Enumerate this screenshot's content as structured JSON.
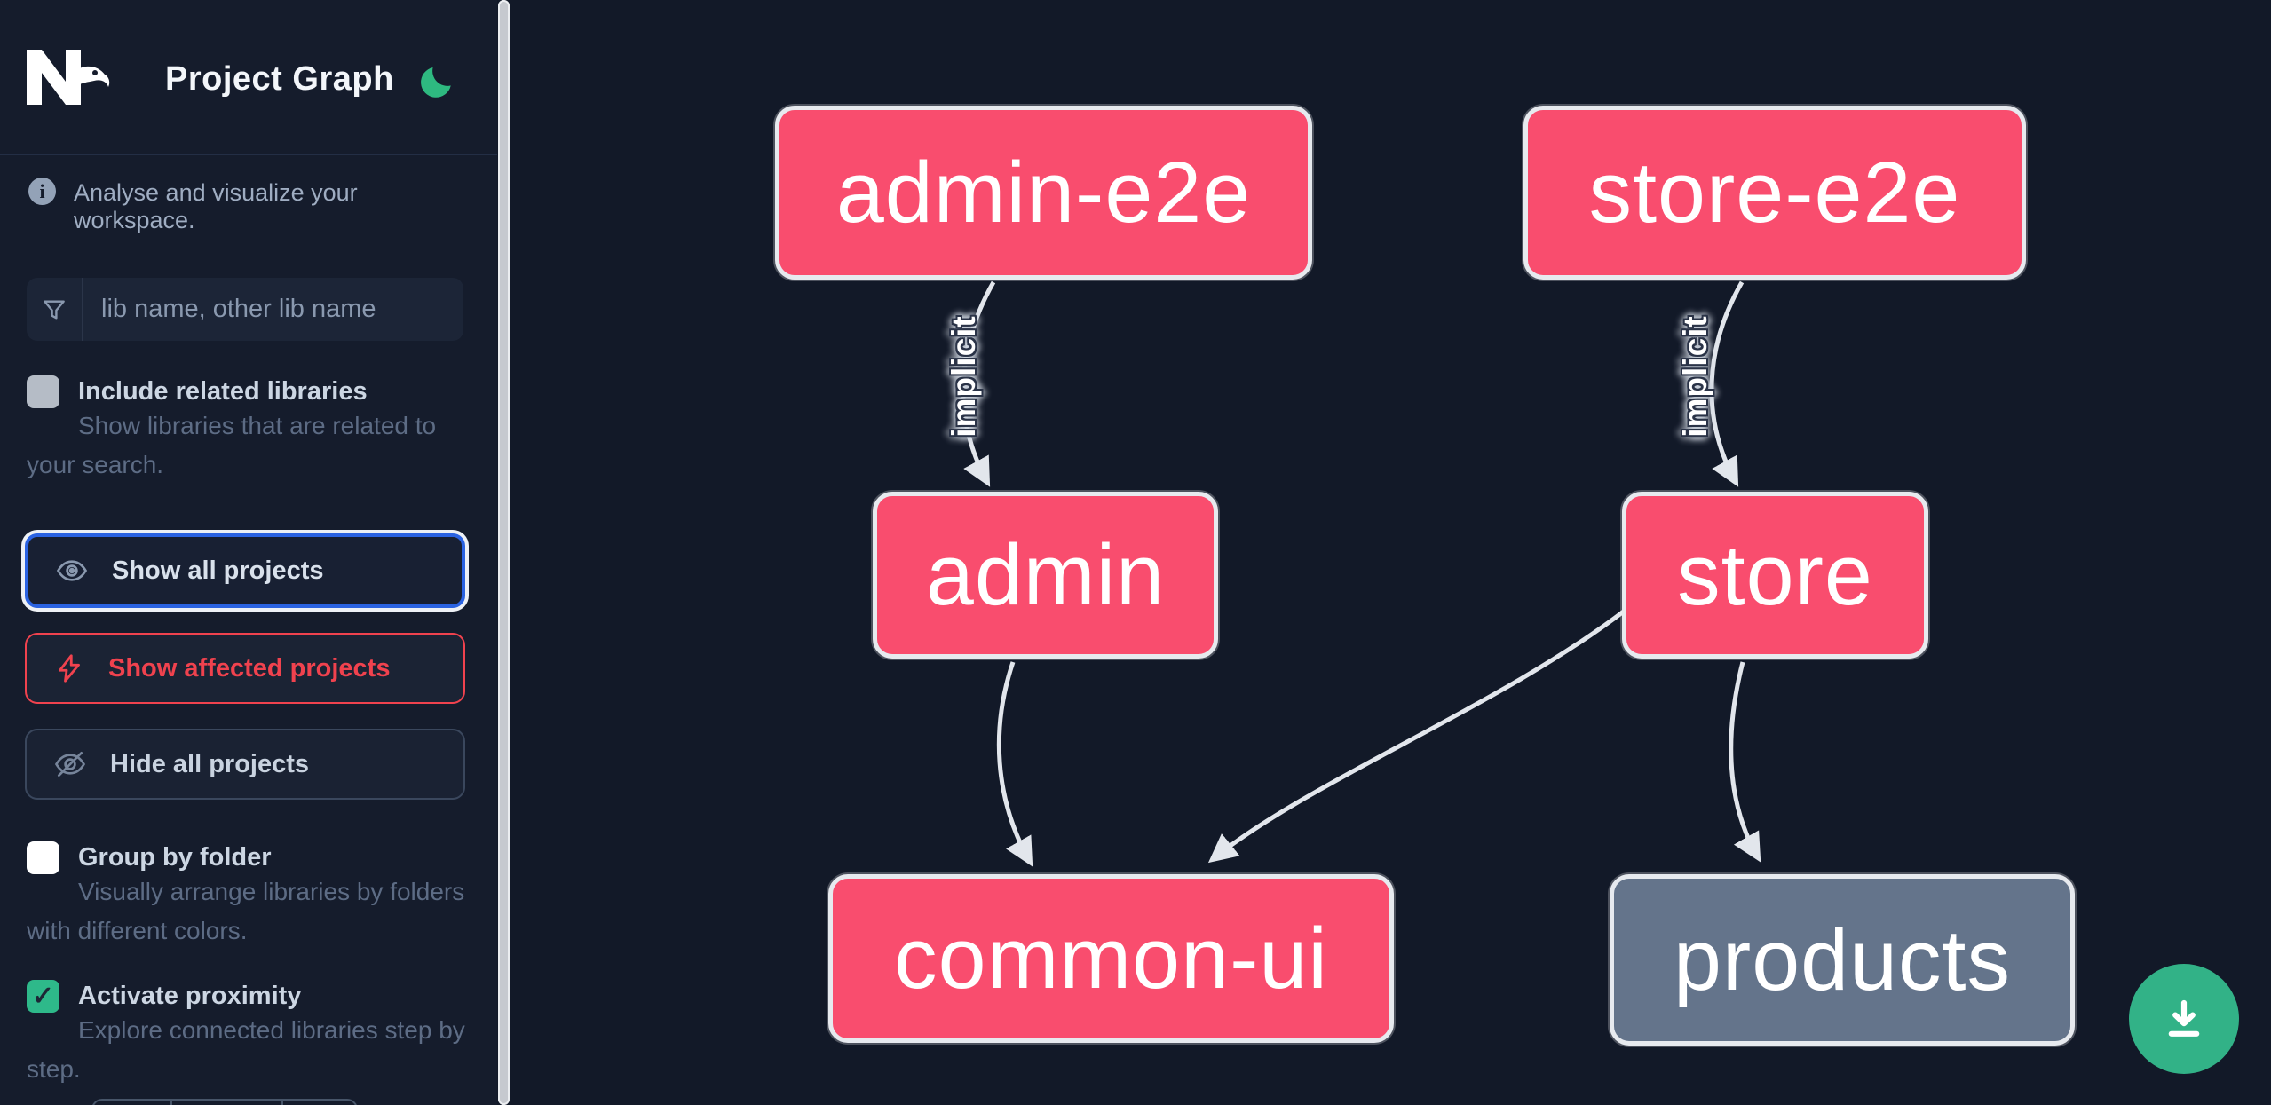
{
  "app": {
    "title": "Project Graph"
  },
  "sidebar": {
    "info_text": "Analyse and visualize your workspace.",
    "search": {
      "placeholder": "lib name, other lib name",
      "value": ""
    },
    "include_related": {
      "label": "Include related libraries",
      "description": "Show libraries that are related to your search.",
      "checked": false
    },
    "actions": [
      {
        "label": "Show all projects",
        "state": "focused"
      },
      {
        "label": "Show affected projects",
        "state": "affected"
      },
      {
        "label": "Hide all projects",
        "state": "default"
      }
    ],
    "group_by_folder": {
      "label": "Group by folder",
      "description": "Visually arrange libraries by folders with different colors.",
      "checked": false
    },
    "activate_proximity": {
      "label": "Activate proximity",
      "description": "Explore connected libraries step by step.",
      "checked": true,
      "check_glyph": "✓"
    }
  },
  "graph": {
    "nodes": [
      {
        "id": "admin-e2e",
        "label": "admin-e2e",
        "kind": "affected"
      },
      {
        "id": "store-e2e",
        "label": "store-e2e",
        "kind": "affected"
      },
      {
        "id": "admin",
        "label": "admin",
        "kind": "affected"
      },
      {
        "id": "store",
        "label": "store",
        "kind": "affected"
      },
      {
        "id": "common-ui",
        "label": "common-ui",
        "kind": "affected"
      },
      {
        "id": "products",
        "label": "products",
        "kind": "normal"
      }
    ],
    "edges": [
      {
        "from": "admin-e2e",
        "to": "admin",
        "label": "implicit"
      },
      {
        "from": "store-e2e",
        "to": "store",
        "label": "implicit"
      },
      {
        "from": "admin",
        "to": "common-ui",
        "label": ""
      },
      {
        "from": "store",
        "to": "common-ui",
        "label": ""
      },
      {
        "from": "store",
        "to": "products",
        "label": ""
      }
    ]
  },
  "colors": {
    "background": "#121928",
    "sidebar_background": "#151c2c",
    "affected_node": "#f94d6e",
    "normal_node": "#64748b",
    "node_border": "#e7eaef",
    "edge": "#e2e6ec",
    "accent_green": "#2eb98a",
    "accent_blue": "#2b63e2",
    "accent_red": "#f0424e"
  }
}
